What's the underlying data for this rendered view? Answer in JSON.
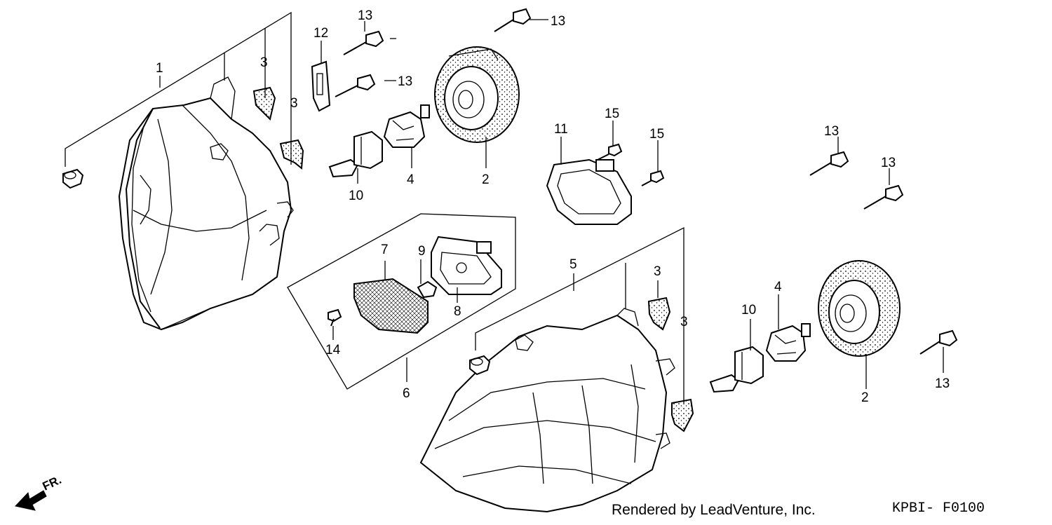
{
  "callouts": {
    "c1": "1",
    "c2a": "2",
    "c2b": "2",
    "c3a": "3",
    "c3b": "3",
    "c3c": "3",
    "c3d": "3",
    "c4a": "4",
    "c4b": "4",
    "c5": "5",
    "c6": "6",
    "c7": "7",
    "c8": "8",
    "c9": "9",
    "c10a": "10",
    "c10b": "10",
    "c11": "11",
    "c12": "12",
    "c13a": "13",
    "c13b": "13",
    "c13c": "13",
    "c13d": "13",
    "c13e": "13",
    "c13f": "13",
    "c14": "14",
    "c15a": "15",
    "c15b": "15"
  },
  "direction_label": "FR.",
  "footer": {
    "credit": "Rendered by LeadVenture, Inc.",
    "code": "KPBI- F0100"
  }
}
